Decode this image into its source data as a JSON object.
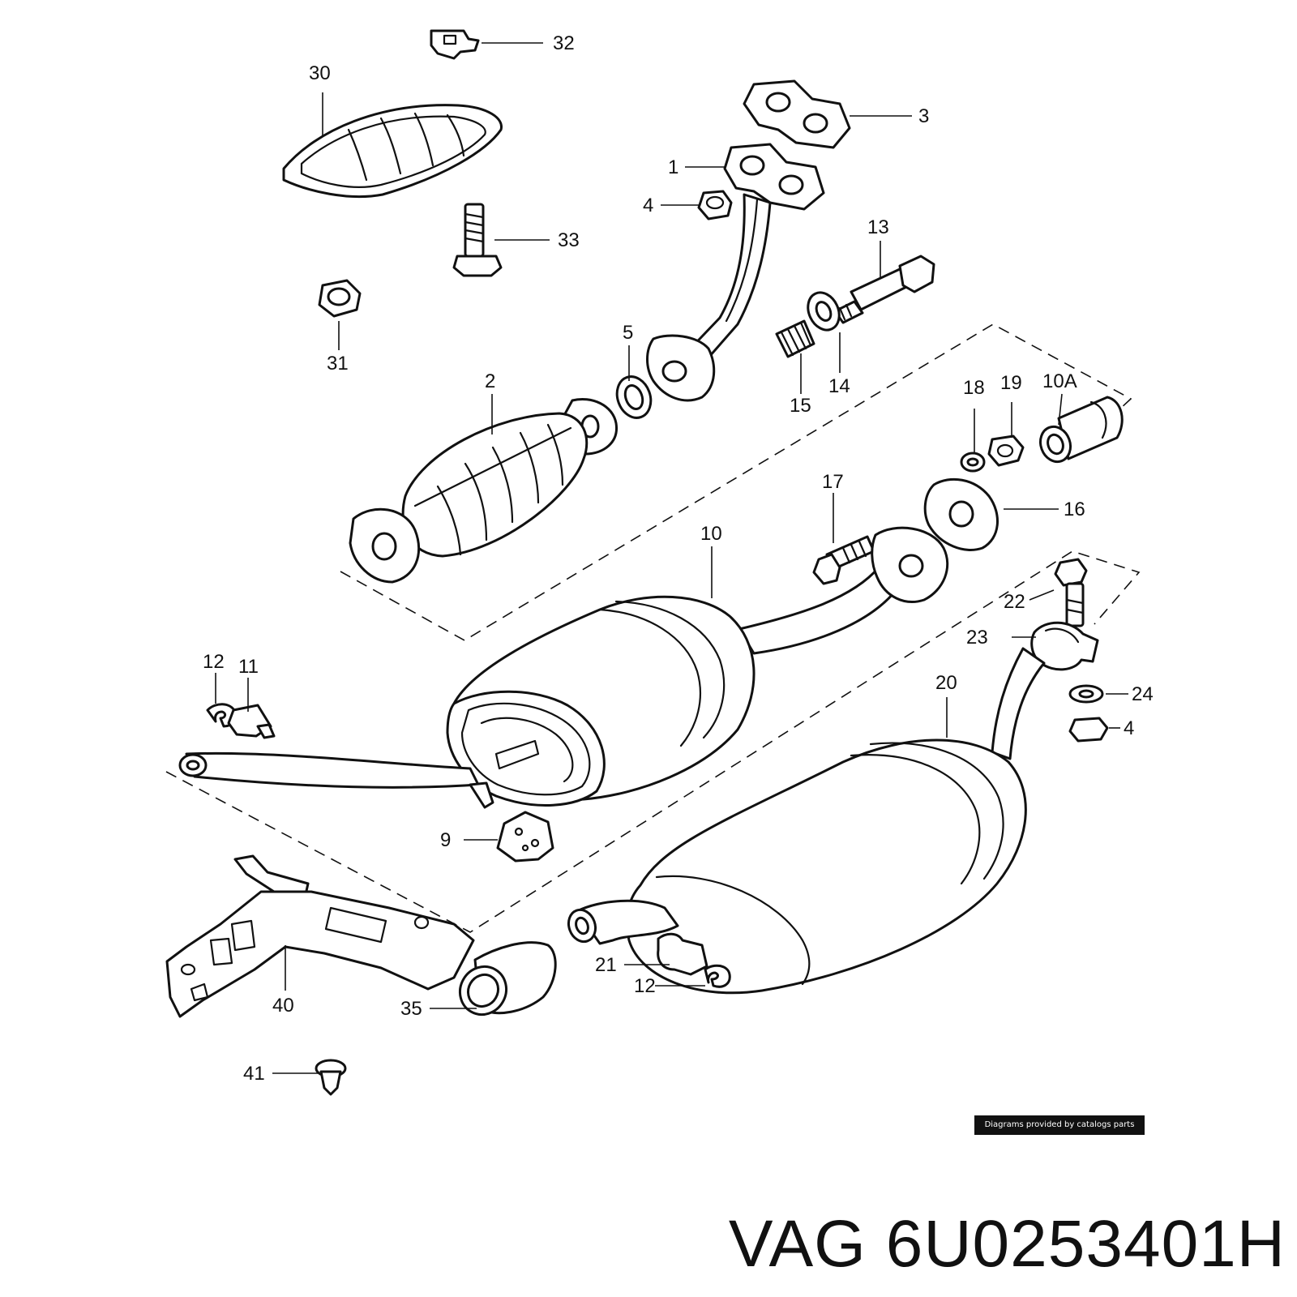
{
  "diagram": {
    "callouts": {
      "c1": "1",
      "c2": "2",
      "c3": "3",
      "c4a": "4",
      "c4b": "4",
      "c5": "5",
      "c9": "9",
      "c10": "10",
      "c10a": "10A",
      "c11": "11",
      "c12a": "12",
      "c12b": "12",
      "c13": "13",
      "c14": "14",
      "c15": "15",
      "c16": "16",
      "c17": "17",
      "c18": "18",
      "c19": "19",
      "c20": "20",
      "c21": "21",
      "c22": "22",
      "c23": "23",
      "c24": "24",
      "c30": "30",
      "c31": "31",
      "c32": "32",
      "c33": "33",
      "c35": "35",
      "c40": "40",
      "c41": "41"
    },
    "credit": "Diagrams provided by catalogs parts"
  },
  "part_title": "VAG 6U0253401H",
  "colors": {
    "ink": "#111111",
    "background": "#ffffff",
    "credit_bg": "#111111",
    "credit_text": "#ffffff"
  }
}
